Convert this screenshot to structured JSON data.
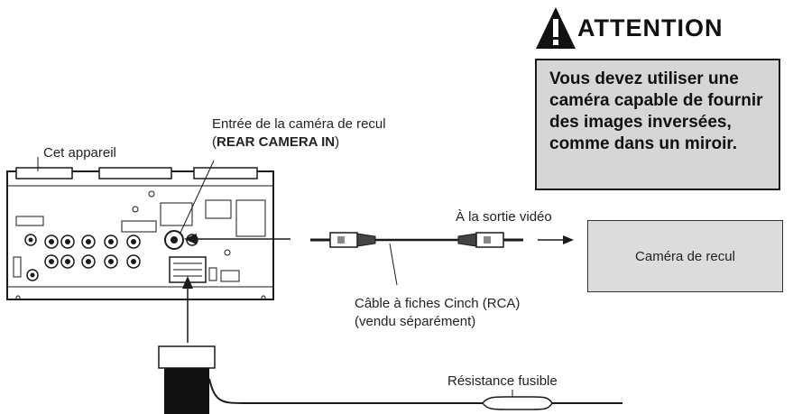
{
  "attention": {
    "title": "ATTENTION",
    "message": "Vous devez utiliser une caméra capable de fournir des images inversées, comme dans un miroir."
  },
  "labels": {
    "device": "Cet appareil",
    "rear_camera_input": "Entrée de la caméra de recul",
    "rear_camera_input_paren_open": "(",
    "rear_camera_input_code": "REAR CAMERA IN",
    "rear_camera_input_paren_close": ")",
    "video_output": "À la sortie vidéo",
    "rca_cable_line1": "Câble à fiches Cinch (RCA)",
    "rca_cable_line2": "(vendu séparément)",
    "fuse_resistor": "Résistance fusible"
  },
  "camera": {
    "label": "Caméra de recul"
  },
  "icons": {
    "warning": "warning-triangle-icon"
  }
}
